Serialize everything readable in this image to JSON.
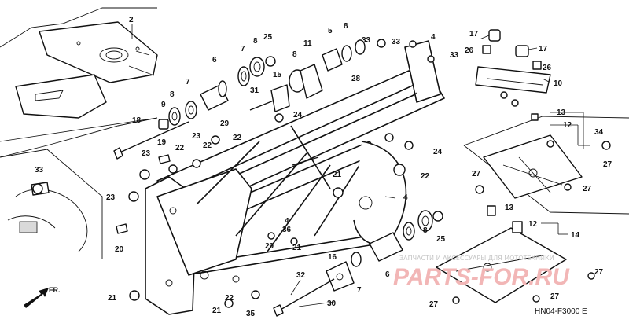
{
  "diagram": {
    "callouts": {
      "c2": "2",
      "c4a": "4",
      "c4b": "4",
      "c4c": "4",
      "c5": "5",
      "c6a": "6",
      "c6b": "6",
      "c7a": "7",
      "c7b": "7",
      "c7c": "7",
      "c8a": "8",
      "c8b": "8",
      "c8c": "8",
      "c8d": "8",
      "c8e": "8",
      "c9": "9",
      "c10": "10",
      "c11": "11",
      "c12a": "12",
      "c12b": "12",
      "c13a": "13",
      "c13b": "13",
      "c14": "14",
      "c15": "15",
      "c16": "16",
      "c17a": "17",
      "c17b": "17",
      "c18": "18",
      "c19": "19",
      "c20a": "20",
      "c20b": "20",
      "c21a": "21",
      "c21b": "21",
      "c21c": "21",
      "c21d": "21",
      "c22a": "22",
      "c22b": "22",
      "c22c": "22",
      "c22d": "22",
      "c22e": "22",
      "c23a": "23",
      "c23b": "23",
      "c23c": "23",
      "c24a": "24",
      "c24b": "24",
      "c25a": "25",
      "c25b": "25",
      "c26a": "26",
      "c26b": "26",
      "c27a": "27",
      "c27b": "27",
      "c27c": "27",
      "c27d": "27",
      "c27e": "27",
      "c27f": "27",
      "c28": "28",
      "c29": "29",
      "c30": "30",
      "c31": "31",
      "c32": "32",
      "c33a": "33",
      "c33b": "33",
      "c33c": "33",
      "c33d": "33",
      "c34": "34",
      "c35": "35",
      "c36": "36"
    },
    "front_marker": "FR.",
    "diagram_code": "HN04-F3000 E",
    "watermark_small": "ЗАПЧАСТИ И АКСЕССУАРЫ ДЛЯ МОТОТЕХНИКИ",
    "watermark_large": "PARTS-FOR.RU"
  }
}
